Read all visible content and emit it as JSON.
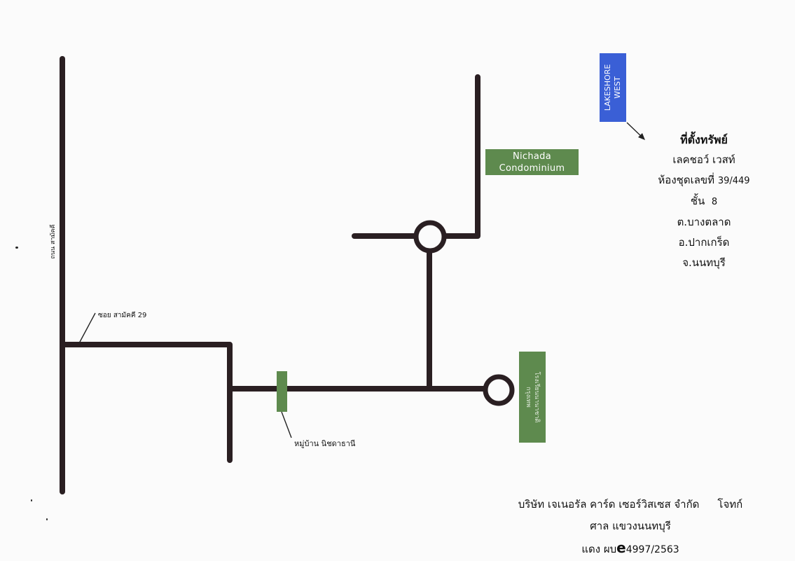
{
  "map": {
    "road_label_vertical": "ถนน สามัคคี",
    "soi_label": "ซอย สามัคคี 29",
    "village_label": "หมู่บ้าน นิชดาธานี",
    "nichada_box": {
      "line1": "Nichada",
      "line2": "Condominium"
    },
    "lakeshore_box": {
      "line1": "LAKESHORE",
      "line2": "WEST"
    },
    "school_box": {
      "line1": "โรงเรียนนานาชาติ",
      "line2": "กรุงเทพ"
    },
    "colors": {
      "road": "#2a1f22",
      "green_marker": "#5e8a4e",
      "blue_marker": "#3a5fd6"
    }
  },
  "address": {
    "title": "ที่ตั้งทรัพย์",
    "project": "เลคชอว์ เวสท์",
    "unit_label": "ห้องชุดเลขที่",
    "unit_number": "39/449",
    "floor_label": "ชั้น",
    "floor_number": "8",
    "subdistrict": "ต.บางตลาด",
    "district": "อ.ปากเกร็ด",
    "province": "จ.นนทบุรี"
  },
  "footer": {
    "company": "บริษัท เจเนอรัล คาร์ด เซอร์วิสเซส จำกัด",
    "plaintiff": "โจทก์",
    "court": "ศาล แขวงนนทบุรี",
    "case_prefix": "แดง ผบ",
    "case_letter": "e",
    "case_number": "4997/2563"
  }
}
